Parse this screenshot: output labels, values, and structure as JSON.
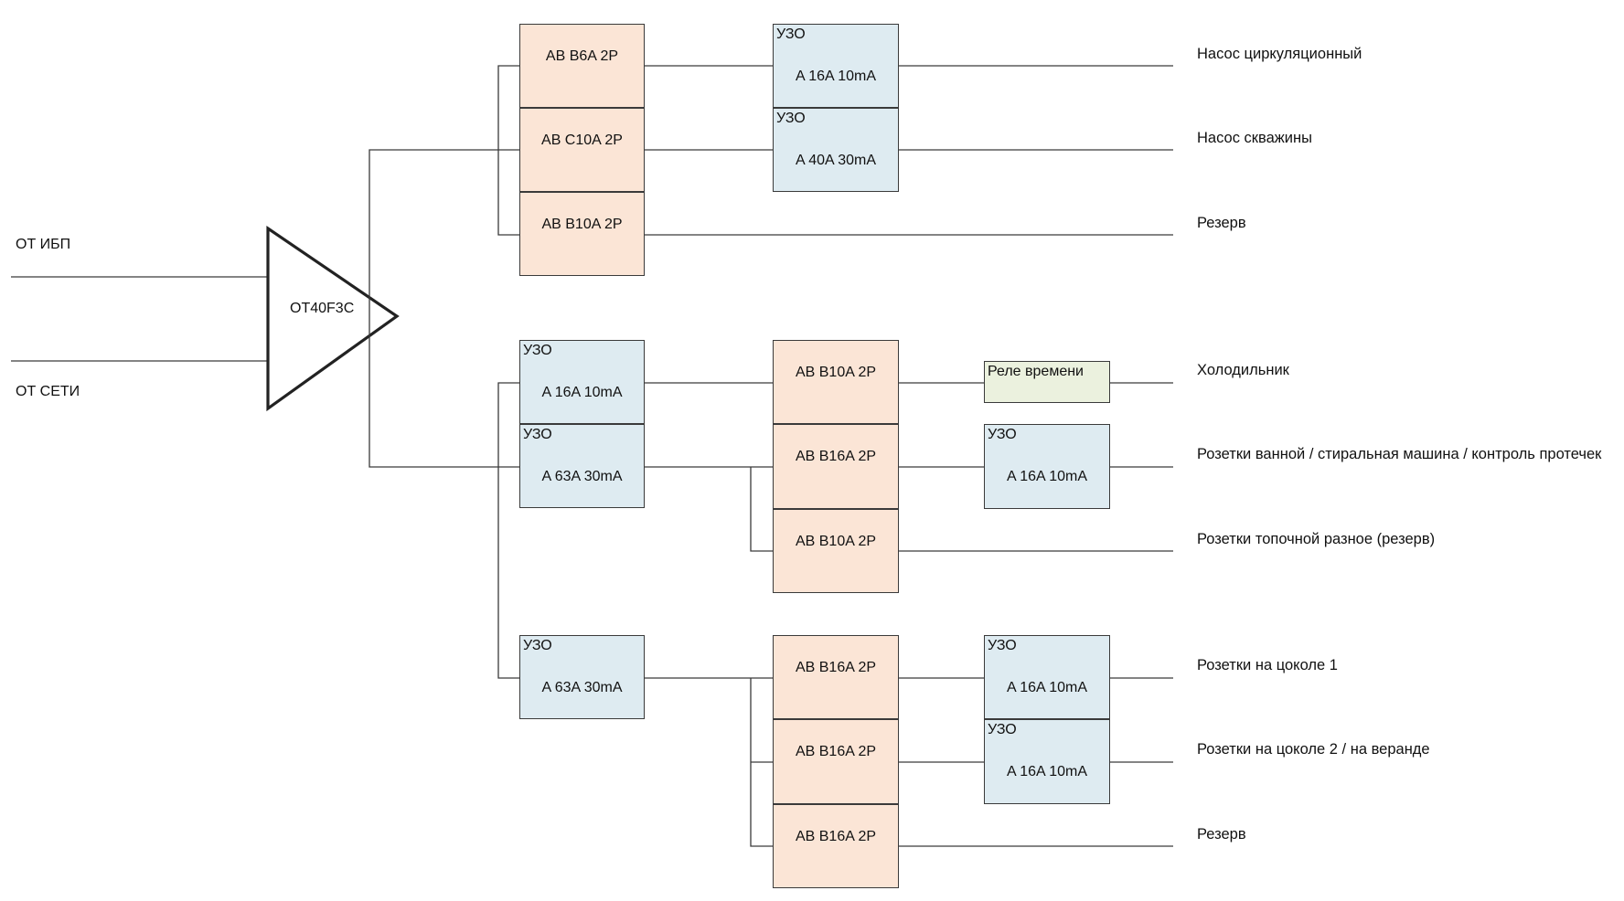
{
  "inputs": {
    "ups": "ОТ ИБП",
    "grid": "ОТ СЕТИ"
  },
  "switch": {
    "label": "OT40F3C"
  },
  "rcd_header": "УЗО",
  "groups": {
    "g1": {
      "ab_b6": "АВ B6A 2P",
      "ab_c10": "АВ C10A 2P",
      "ab_b10": "АВ B10A 2P",
      "rcd_1": "A 16A 10mA",
      "rcd_2": "A 40A 30mA"
    },
    "g2": {
      "rcd_in_1": "A 16A 10mA",
      "rcd_in_2": "A 63A 30mA",
      "ab_1": "АВ B10A 2P",
      "ab_2": "АВ B16A 2P",
      "ab_3": "АВ B10A 2P",
      "relay": "Реле времени",
      "rcd_out": "A 16A 10mA"
    },
    "g3": {
      "rcd_in": "A 63A 30mA",
      "ab_1": "АВ B16A 2P",
      "ab_2": "АВ B16A 2P",
      "ab_3": "АВ B16A 2P",
      "rcd_out_1": "A 16A 10mA",
      "rcd_out_2": "A 16A 10mA"
    }
  },
  "loads": {
    "pump_circ": "Насос циркуляционный",
    "pump_well": "Насос скважины",
    "reserve_1": "Резерв",
    "fridge": "Холодильник",
    "bath": "Розетки ванной / стиральная машина / контроль протечек",
    "boiler_room": "Розетки топочной разное (резерв)",
    "basement_1": "Розетки на цоколе 1",
    "basement_2": "Розетки на цоколе 2 / на веранде",
    "reserve_2": "Резерв"
  },
  "colors": {
    "breaker": "#fbe5d6",
    "rcd": "#deebf1",
    "relay": "#ebf1de",
    "line": "#3a3a3a"
  }
}
